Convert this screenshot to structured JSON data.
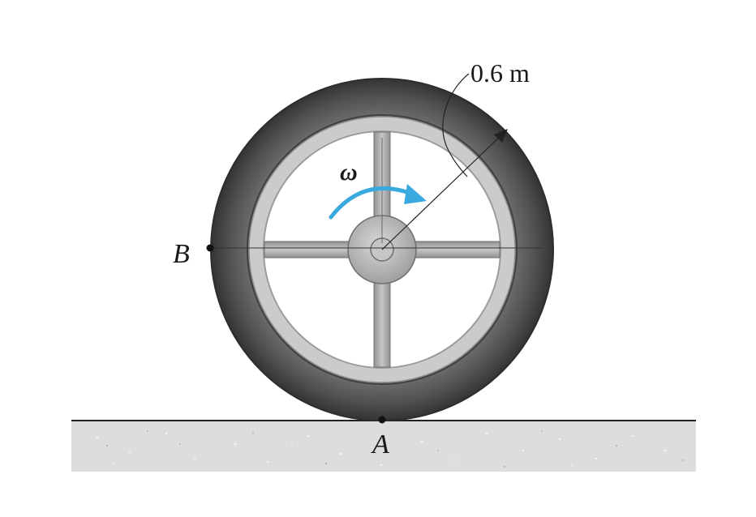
{
  "diagram": {
    "radius_label": "0.6 m",
    "omega_symbol": "ω",
    "point_b_label": "B",
    "point_a_label": "A"
  },
  "colors": {
    "tire": "#505253",
    "tire_edge": "#2c2d2e",
    "rim": "#c9cbcc",
    "spoke": "#a7a9aa",
    "hub": "#b9bbbc",
    "omega_arrow": "#3aa9de",
    "ground": "#d9dadb",
    "line": "#222222"
  }
}
